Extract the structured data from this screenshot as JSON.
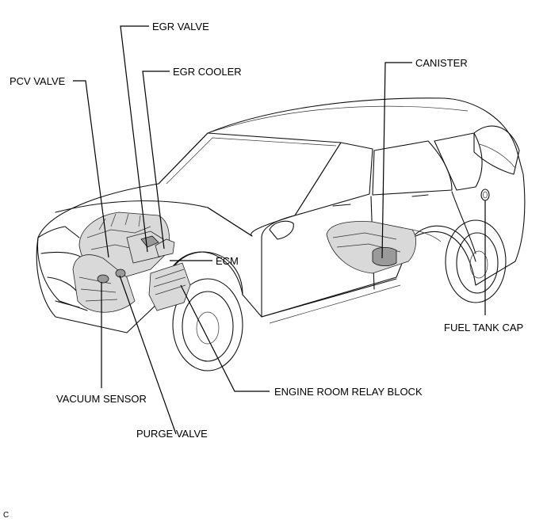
{
  "labels": {
    "egr_valve": "EGR VALVE",
    "egr_cooler": "EGR COOLER",
    "pcv_valve": "PCV VALVE",
    "canister": "CANISTER",
    "ecm": "ECM",
    "fuel_tank_cap": "FUEL TANK CAP",
    "vacuum_sensor": "VACUUM SENSOR",
    "engine_room_relay_block": "ENGINE ROOM RELAY BLOCK",
    "purge_valve": "PURGE VALVE",
    "corner_mark": "C"
  }
}
